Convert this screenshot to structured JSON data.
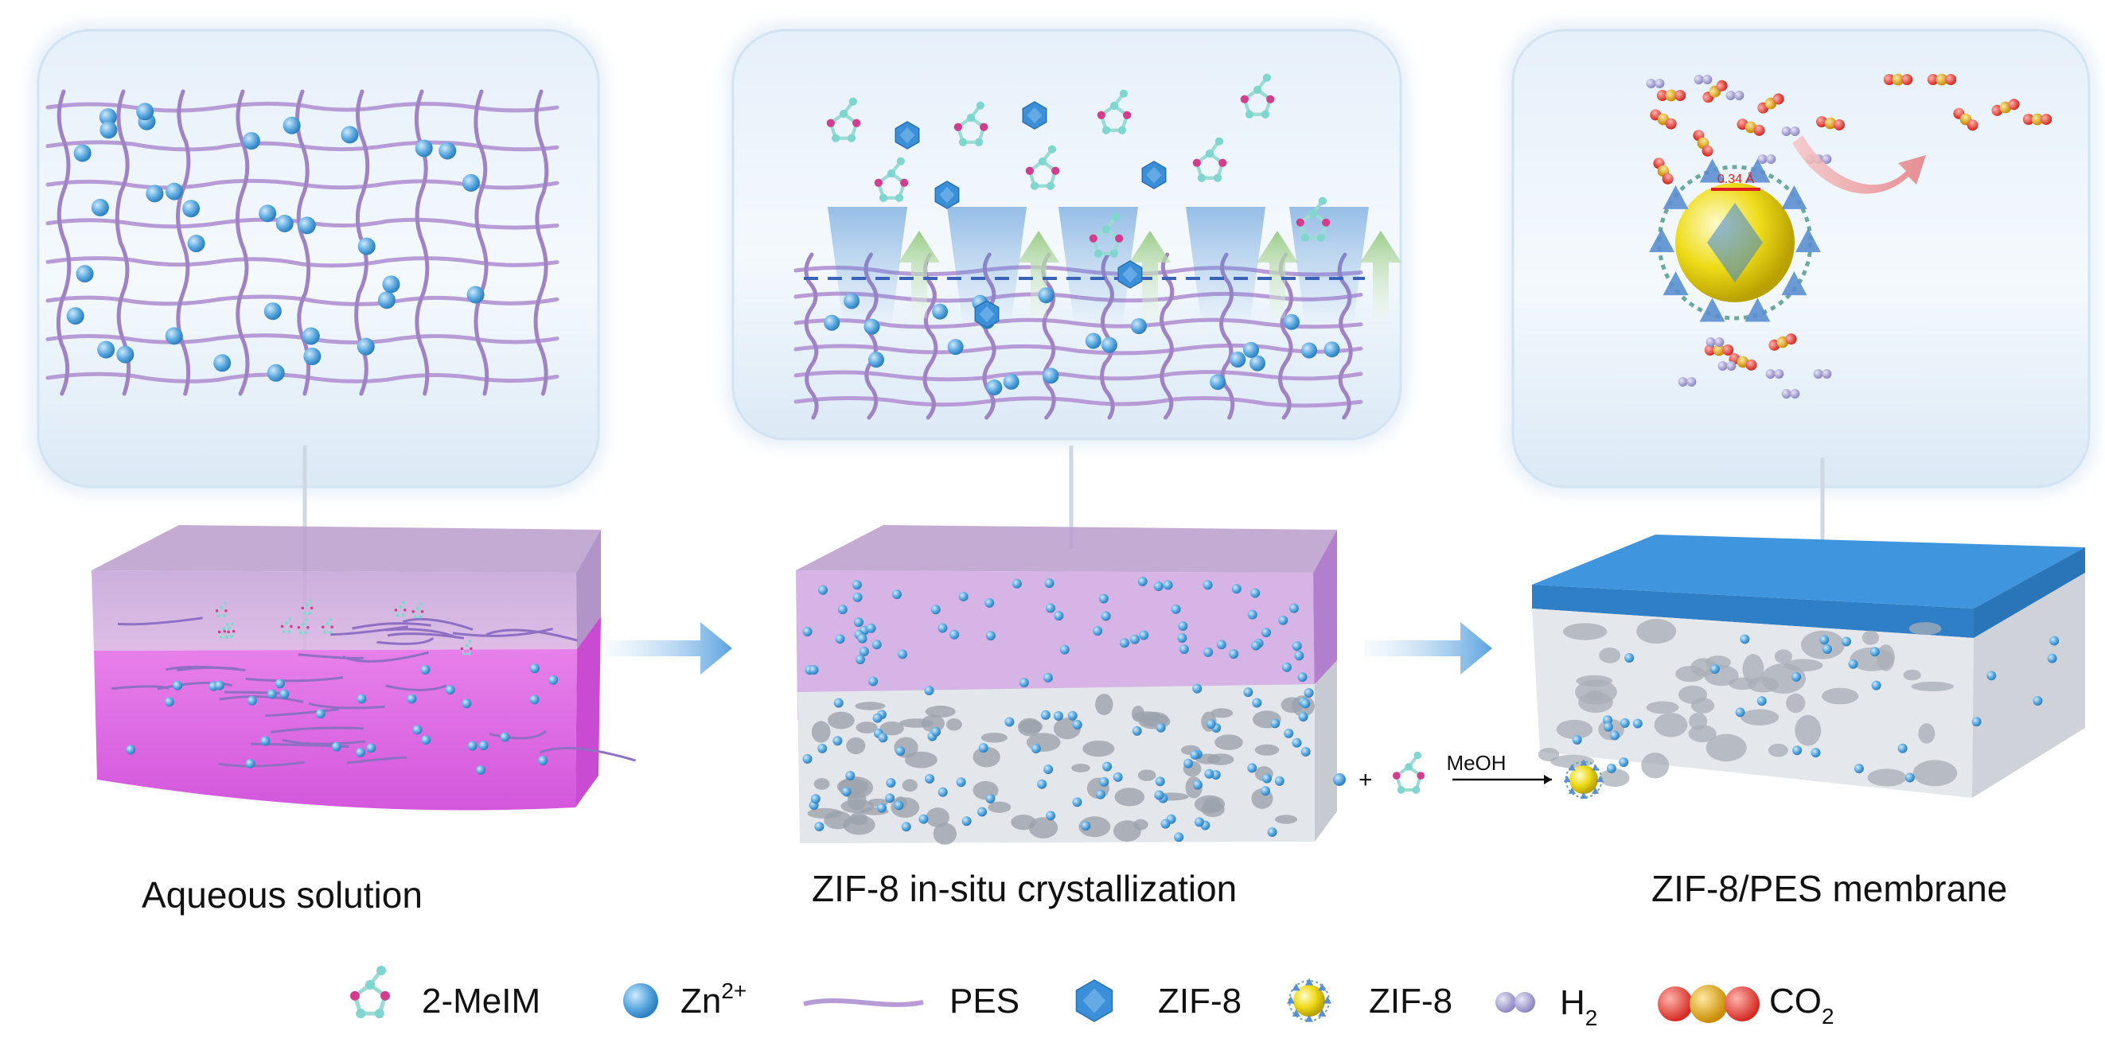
{
  "panels": [
    {
      "caption": "Aqueous solution"
    },
    {
      "caption": "ZIF-8 in-situ crystallization"
    },
    {
      "caption": "ZIF-8/PES membrane"
    }
  ],
  "reaction": {
    "label": "MeOH",
    "plus": "+"
  },
  "pore_label": "0.34 Å",
  "legend": {
    "melm": "2-MeIM",
    "zn_base": "Zn",
    "zn_sup": "2+",
    "pes": "PES",
    "zif_poly": "ZIF-8",
    "zif_cluster": "ZIF-8",
    "h2_base": "H",
    "h2_sub": "2",
    "co2_base": "CO",
    "co2_sub": "2"
  },
  "colors": {
    "zn": "#5aa9e0",
    "pes": "#b79bd6",
    "zif_poly": "#3b8fd8",
    "melm_c": "#7fd6cf",
    "melm_n": "#d33d8e",
    "h2": "#a59fcf",
    "co2_o": "#e0423a",
    "co2_c": "#e0a214",
    "solution": "#e16fe6",
    "membrane_top": "#3f95de",
    "porous": "#d9dde3"
  }
}
